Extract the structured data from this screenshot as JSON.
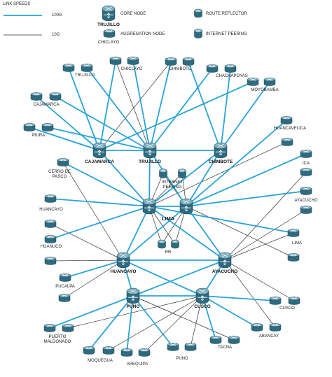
{
  "legend": {
    "title": "LINK SPEEDS",
    "speed_100g": "100G",
    "speed_10g": "10G",
    "core_node": "CORE NODE",
    "core_example": "TRUJILLO",
    "aggregation_node": "AGGREGATION NODE",
    "aggregation_example": "CHICLAYO",
    "route_reflector": "ROUTE REFLECTOR",
    "internet_peering": "INTERNET PEERING"
  },
  "colors": {
    "link_100g": "#29a3da",
    "link_10g": "#333333",
    "node_body": "#2e6b80",
    "node_top": "#7fb0c0",
    "node_outline": "#1b4352",
    "text": "#222222"
  },
  "core_nodes": {
    "cajamarca": "CAJAMARCA",
    "trujillo": "TRUJILLO",
    "chimbote": "CHIMBOTE",
    "lima": "LIMA",
    "huancayo": "HUANCAYO",
    "ayacucho": "AYACUCHO",
    "puno": "PUNO",
    "cusco": "CUSCO"
  },
  "lima_services": {
    "internet_peering": [
      "INTERNET",
      "PEERING"
    ],
    "route_reflectors": "RR"
  },
  "aggregation_sites": {
    "trujillo": "TRUJILLO",
    "chiclayo": "CHICLAYO",
    "chimbote": "CHIMBOTE",
    "chachapoyas": "CHACHAPOYAS",
    "moyobamba": "MOYOBAMBA",
    "cajamarca": "CAJAMARCA",
    "piura": "PIURA",
    "huancavelica": "HUANCAVELICA",
    "ica": "ICA",
    "ayacucho": "AYACUCHO",
    "lima": "LIMA",
    "cusco": "CUSCO",
    "abancay": "ABANCAY",
    "tacna": "TACNA",
    "puno": "PUNO",
    "arequipa": "AREQUIPA",
    "moquegua": "MOQUEGUA",
    "puerto_maldonado": [
      "PUERTO",
      "MALDONADO"
    ],
    "pucalpa": "PUCALPA",
    "huanuco": "HUANUCO",
    "huancayo": "HUANCAYO",
    "cerro_de_pasco": [
      "CERRO DE",
      "PASCO"
    ]
  }
}
